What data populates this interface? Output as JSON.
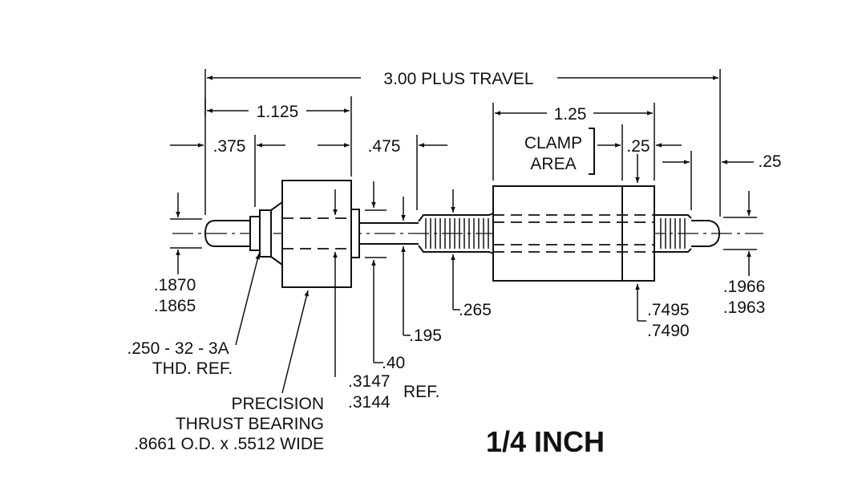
{
  "title": "1/4 INCH",
  "dimensions": {
    "overall": "3.00 PLUS TRAVEL",
    "bearing_span": "1.125",
    "left_tip": ".375",
    "mid_gap": ".475",
    "clamp_span": "1.25",
    "clamp_label_1": "CLAMP",
    "clamp_label_2": "AREA",
    "clamp_small": ".25",
    "right_tip": ".25",
    "left_dia_1": ".1870",
    "left_dia_2": ".1865",
    "right_dia_1": ".1966",
    "right_dia_2": ".1963",
    "thread_1": ".250 - 32 - 3A",
    "thread_2": "THD. REF.",
    "bearing_1": "PRECISION",
    "bearing_2": "THRUST BEARING",
    "bearing_3": ".8661 O.D. x .5512 WIDE",
    "bore_1": ".3147",
    "bore_2": ".3144",
    "bore_ref": "REF.",
    "shoulder": ".40",
    "shaft": ".195",
    "knurl": ".265",
    "clamp_dia_1": ".7495",
    "clamp_dia_2": ".7490"
  }
}
